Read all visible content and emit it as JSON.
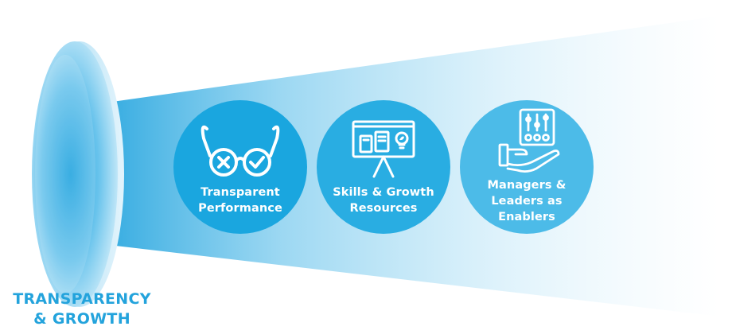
{
  "title": {
    "line1": "TRANSPARENCY",
    "line2": "& GROWTH"
  },
  "pillars": [
    {
      "line1": "Transparent",
      "line2": "Performance",
      "icon": "glasses-icon"
    },
    {
      "line1": "Skills & Growth",
      "line2": "Resources",
      "icon": "presentation-board-icon"
    },
    {
      "line1": "Managers &",
      "line2": "Leaders as",
      "line3": "Enablers",
      "icon": "hand-controls-icon"
    }
  ],
  "colors": {
    "accent": "#23a3dc",
    "circle_1": "#1aa6df",
    "circle_2": "#29ade2",
    "circle_3": "#4cbbe8",
    "beam": "#bfe6f7"
  }
}
